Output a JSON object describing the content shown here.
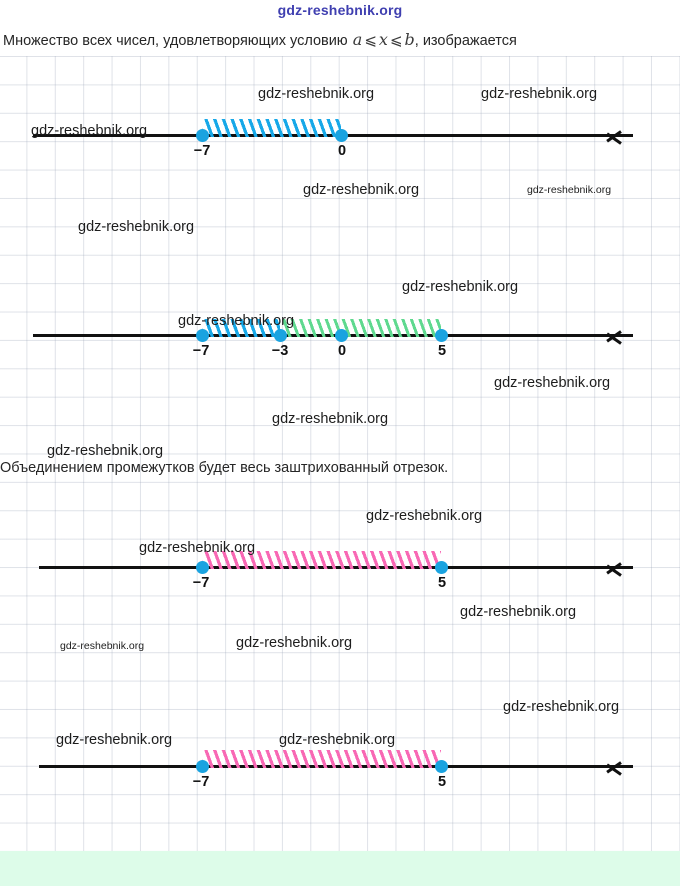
{
  "page": {
    "top_watermark": "gdz-reshebnik.org",
    "header_text_before": "Множество всех чисел, удовлетворяющих условию",
    "header_math": {
      "a": "a",
      "op1": "⩽",
      "x": "x",
      "op2": "⩽",
      "b": "b"
    },
    "header_text_after": ", изображается",
    "mid_sentence": "Объединением промежутков будет весь заштрихованный отрезок.",
    "bottom_strip_color": "#ddfce9"
  },
  "colors": {
    "blue_hatch": "#17a8e8",
    "green_hatch": "#5fd98f",
    "pink_hatch": "#f868b4",
    "dot": "#1aa3e0",
    "axis": "#111111",
    "top_watermark": "#3f3fb0"
  },
  "number_lines": [
    {
      "id": "line-1",
      "axis_label": "number-line-1",
      "points": [
        {
          "value": "-7",
          "label": "−7"
        },
        {
          "value": "0",
          "label": "0"
        }
      ],
      "segments": [
        {
          "from": "−7",
          "to": "0",
          "color": "blue"
        }
      ]
    },
    {
      "id": "line-2",
      "axis_label": "number-line-2",
      "points": [
        {
          "value": "-7",
          "label": "−7"
        },
        {
          "value": "-3",
          "label": "−3"
        },
        {
          "value": "0",
          "label": "0"
        },
        {
          "value": "5",
          "label": "5"
        }
      ],
      "segments": [
        {
          "from": "−7",
          "to": "−3",
          "color": "blue"
        },
        {
          "from": "−3",
          "to": "5",
          "color": "green"
        }
      ]
    },
    {
      "id": "line-3",
      "axis_label": "number-line-3",
      "points": [
        {
          "value": "-7",
          "label": "−7"
        },
        {
          "value": "5",
          "label": "5"
        }
      ],
      "segments": [
        {
          "from": "−7",
          "to": "5",
          "color": "pink"
        }
      ]
    },
    {
      "id": "line-4",
      "axis_label": "number-line-4",
      "points": [
        {
          "value": "-7",
          "label": "−7"
        },
        {
          "value": "5",
          "label": "5"
        }
      ],
      "segments": [
        {
          "from": "−7",
          "to": "5",
          "color": "pink"
        }
      ]
    }
  ],
  "watermarks": [
    {
      "text": "gdz-reshebnik.org"
    },
    {
      "text": "gdz-reshebnik.org"
    },
    {
      "text": "gdz-reshebnik.org"
    },
    {
      "text": "gdz-reshebnik.org"
    },
    {
      "text": "gdz-reshebnik.org"
    },
    {
      "text": "gdz-reshebnik.org"
    },
    {
      "text": "gdz-reshebnik.org"
    },
    {
      "text": "gdz-reshebnik.org"
    },
    {
      "text": "gdz-reshebnik.org"
    },
    {
      "text": "gdz-reshebnik.org"
    },
    {
      "text": "gdz-reshebnik.org"
    },
    {
      "text": "gdz-reshebnik.org"
    },
    {
      "text": "gdz-reshebnik.org"
    },
    {
      "text": "gdz-reshebnik.org"
    },
    {
      "text": "gdz-reshebnik.org"
    },
    {
      "text": "gdz-reshebnik.org"
    },
    {
      "text": "gdz-reshebnik.org"
    },
    {
      "text": "gdz-reshebnik.org"
    }
  ]
}
